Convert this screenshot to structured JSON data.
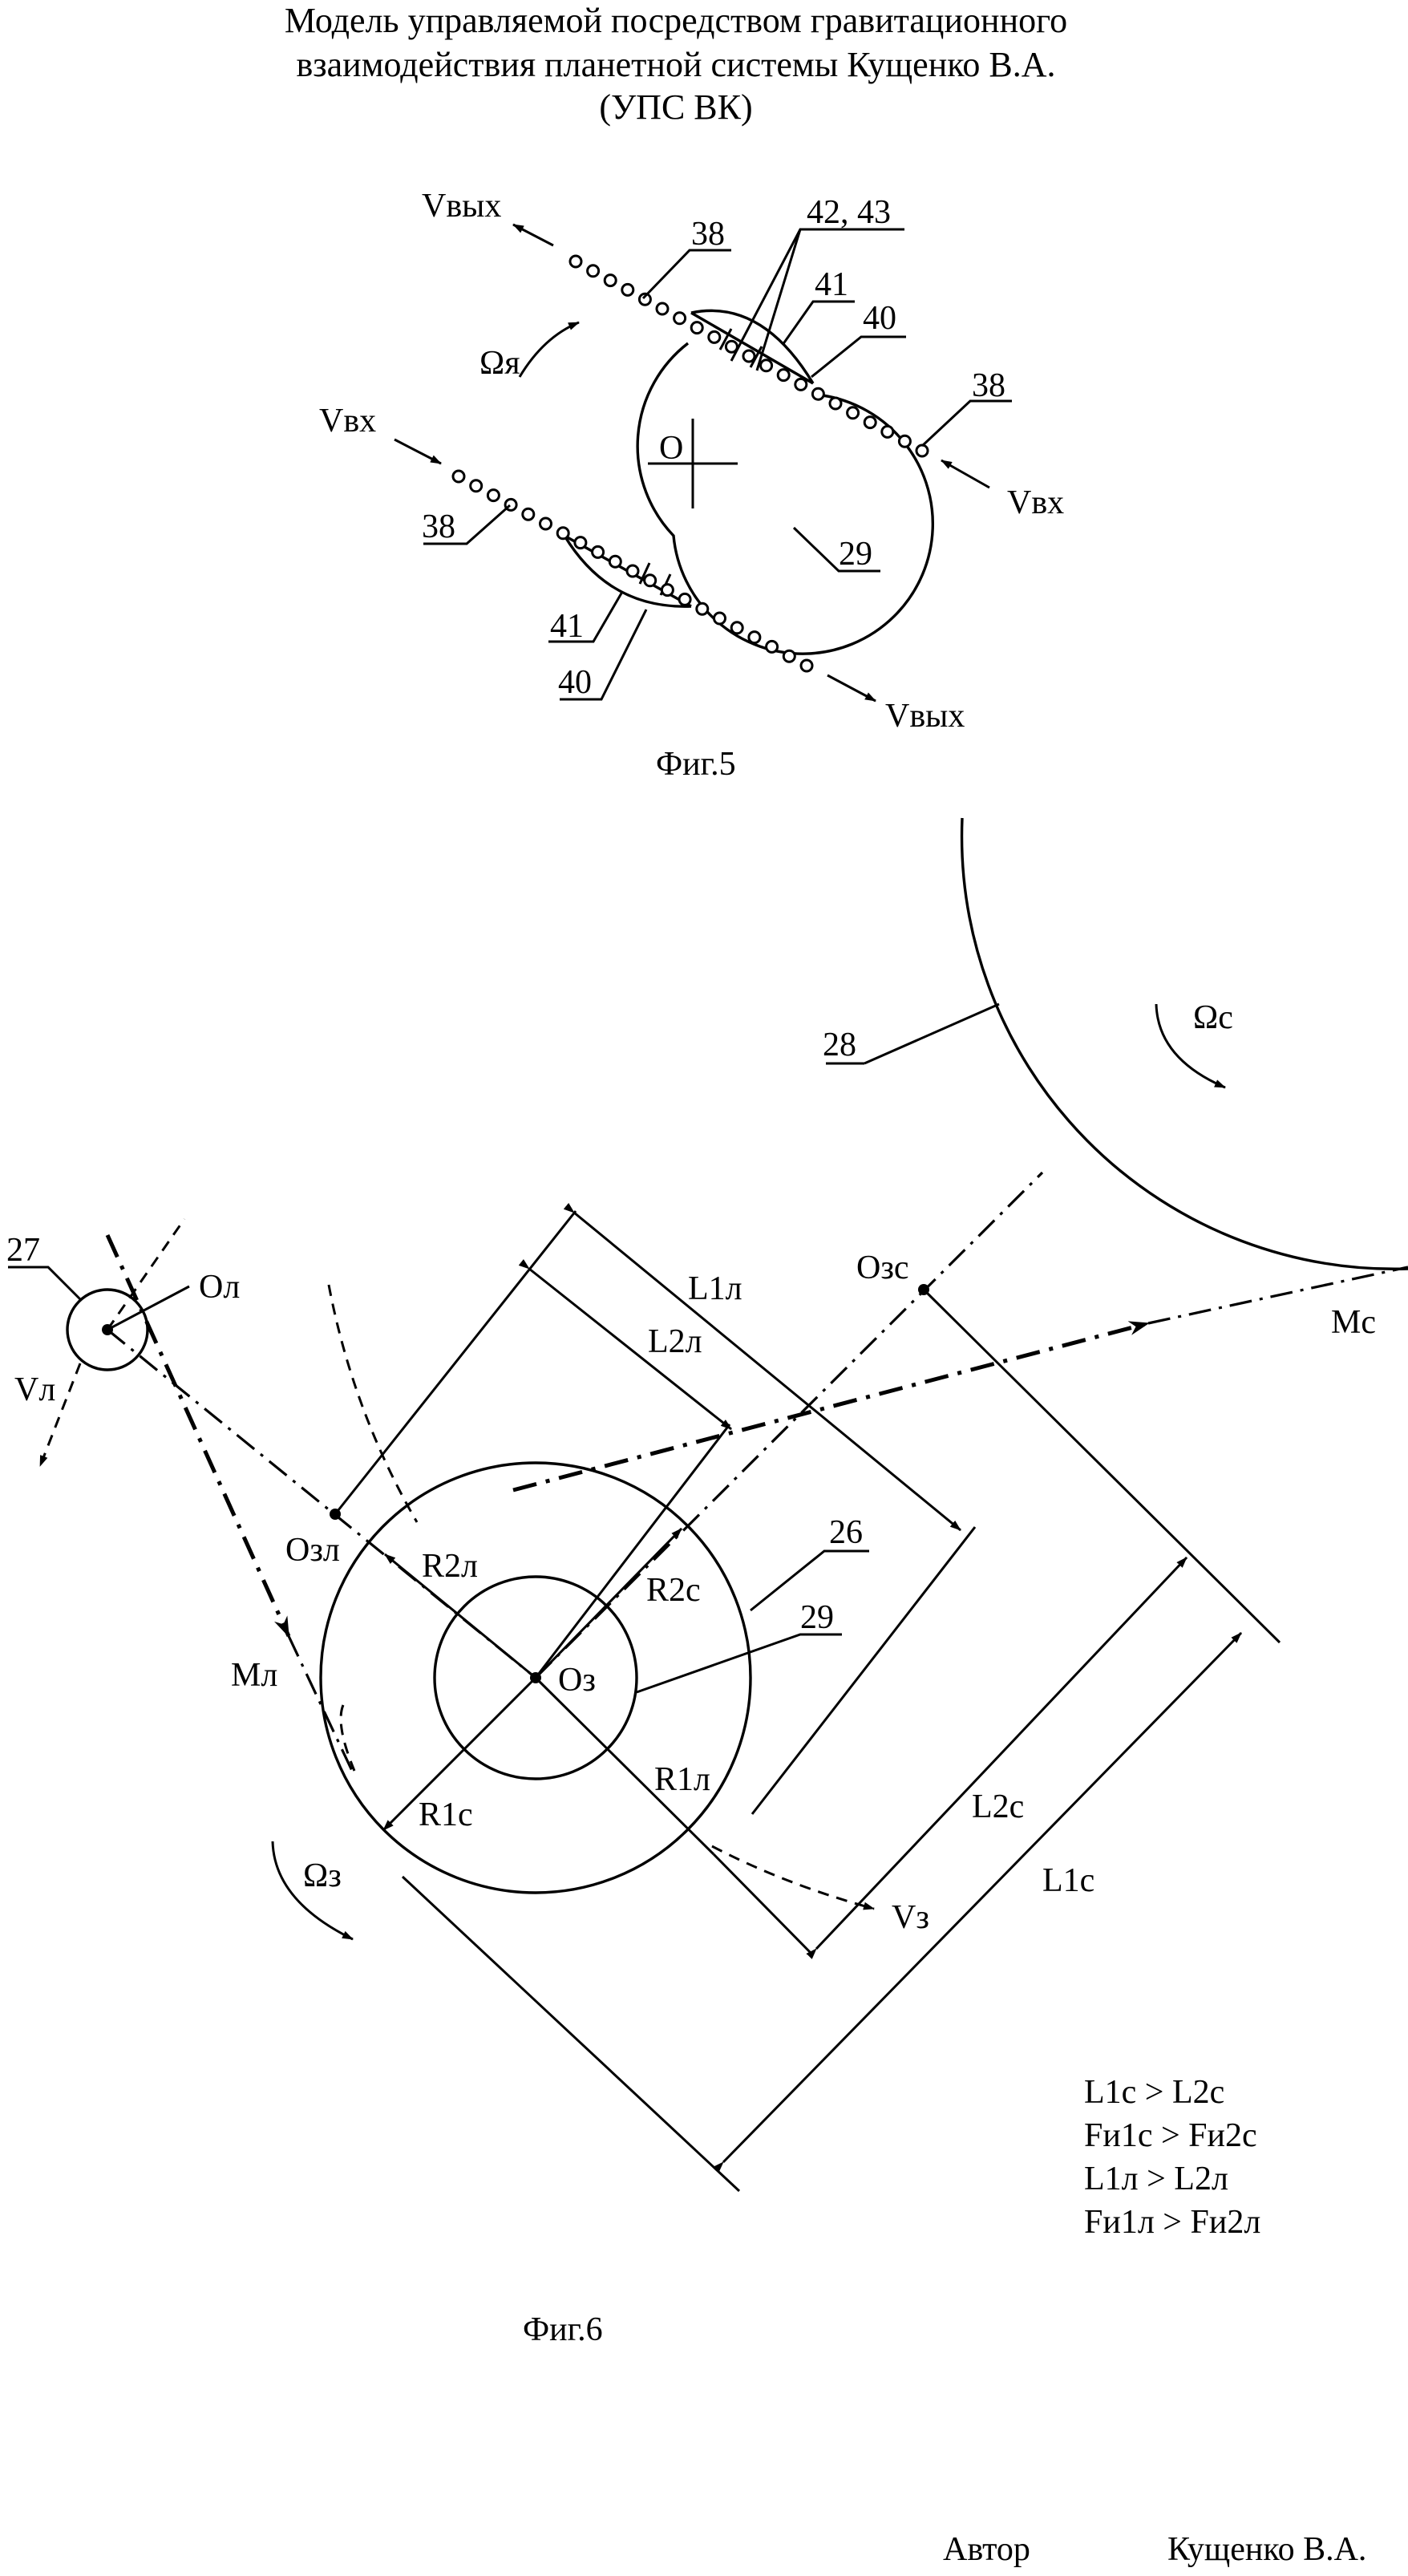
{
  "title": {
    "line1": "Модель управляемой посредством гравитационного",
    "line2": "взаимодействия планетной системы Кущенко В.А.",
    "line3": "(УПС ВК)"
  },
  "fig5": {
    "caption": "Фиг.5",
    "labels": {
      "vout_top": "Vвых",
      "vout_bottom": "Vвых",
      "vin_left": "Vвх",
      "vin_right": "Vвх",
      "omega": "Ωя",
      "center": "О",
      "ref38_top": "38",
      "ref38_right": "38",
      "ref38_left": "38",
      "ref4243": "42, 43",
      "ref41_top": "41",
      "ref40_top": "40",
      "ref29": "29",
      "ref41_bottom": "41",
      "ref40_bottom": "40"
    }
  },
  "fig6": {
    "caption": "Фиг.6",
    "labels": {
      "ref27": "27",
      "ref28": "28",
      "ref26": "26",
      "ref29": "29",
      "o_moon": "Ол",
      "v_moon": "Vл",
      "omega_sun": "Ωс",
      "o_zs": "Озс",
      "m_sun": "Мс",
      "L1l": "L1л",
      "L2l": "L2л",
      "o_zl": "Озл",
      "R2l": "R2л",
      "R2s": "R2с",
      "o_earth": "Оз",
      "m_moon": "Мл",
      "R1l": "R1л",
      "R1s": "R1с",
      "omega_earth": "Ωз",
      "v_earth": "Vз",
      "L2s": "L2с",
      "L1s": "L1с"
    },
    "relations": [
      "L1с > L2с",
      "Fи1с > Fи2с",
      "L1л > L2л",
      "Fи1л > Fи2л"
    ]
  },
  "footer": {
    "author_label": "Автор",
    "author_name": "Кущенко В.А."
  }
}
